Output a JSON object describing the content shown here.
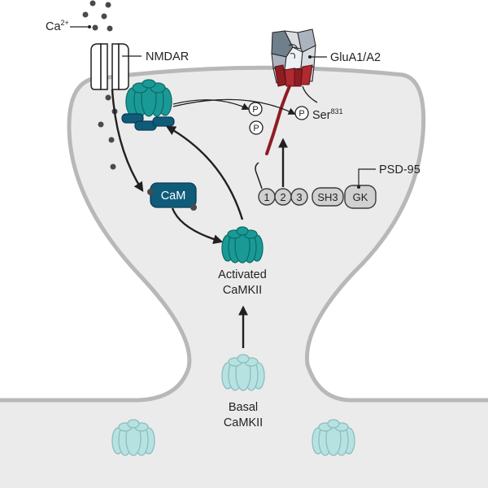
{
  "labels": {
    "ca": "Ca",
    "ca_sup": "2+",
    "nmdar": "NMDAR",
    "glua": "GluA1/A2",
    "ser": "Ser",
    "ser_sup": "831",
    "psd95": "PSD-95",
    "cam": "CaM",
    "activated_1": "Activated",
    "activated_2": "CaMKII",
    "basal_1": "Basal",
    "basal_2": "CaMKII",
    "phospho": "P"
  },
  "psd95_domains": [
    "1",
    "2",
    "3",
    "SH3",
    "GK"
  ],
  "colors": {
    "teal": "#1a9a96",
    "teal_dark": "#0d6d6a",
    "pale_teal": "#b6e2e2",
    "pale_teal_stroke": "#8fbcbc",
    "navy": "#0f5b7a",
    "navy_dark": "#083e55",
    "dark_red": "#8e1d22",
    "cell_fill": "#ebebeb",
    "cell_stroke": "#b8b8b8",
    "ion": "#4a4a4a",
    "grey_box": "#d0d0d0",
    "dark_grey": "#3a3a3a"
  }
}
